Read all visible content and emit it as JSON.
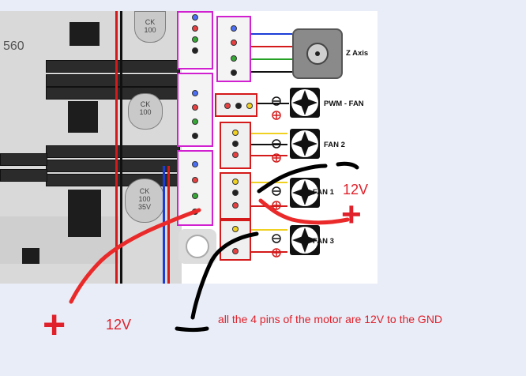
{
  "board": {
    "silk_number": "560"
  },
  "motor": {
    "label": "Z Axis",
    "icon": "stepper-motor-icon"
  },
  "fans": [
    {
      "label": "PWM - FAN",
      "icon": "fan-icon"
    },
    {
      "label": "FAN 2",
      "icon": "fan-icon"
    },
    {
      "label": "FAN 1",
      "icon": "fan-icon"
    },
    {
      "label": "FAN 3",
      "icon": "fan-icon"
    }
  ],
  "capacitors": [
    {
      "text": "CK\n100"
    },
    {
      "text": "CK\n100"
    },
    {
      "text": "CK\n100\n35V"
    }
  ],
  "annotations": {
    "fan1_voltage": "12V",
    "left_voltage": "12V",
    "note": "all the 4 pins of the motor are 12V to the GND",
    "plus_symbol_1": "+",
    "plus_symbol_2": "+",
    "ink_color": "#ea2a2a"
  }
}
